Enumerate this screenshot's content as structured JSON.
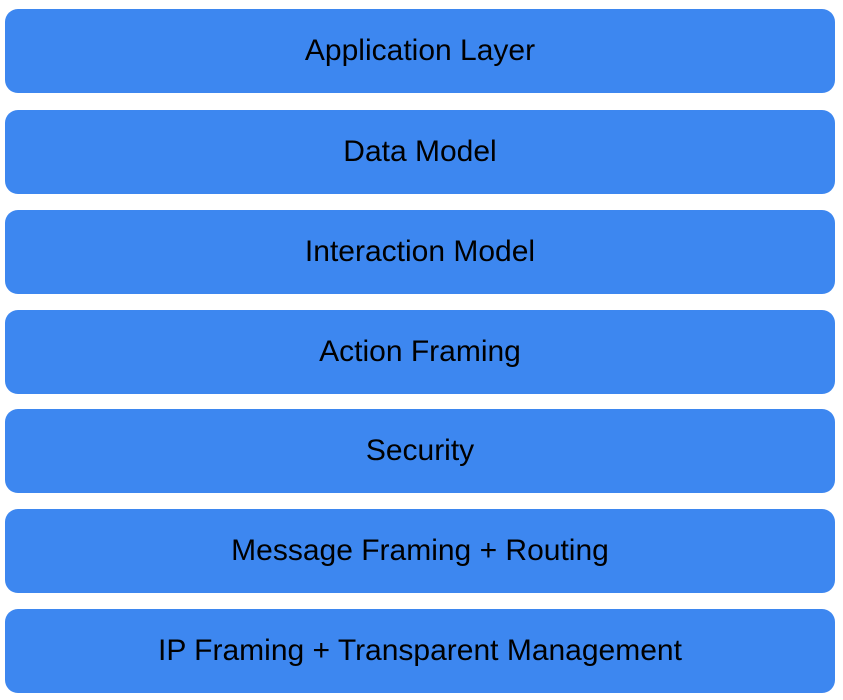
{
  "diagram": {
    "fill_color": "#3d87f0",
    "text_color": "#000000",
    "layers": [
      {
        "label": "Application Layer"
      },
      {
        "label": "Data Model"
      },
      {
        "label": "Interaction Model"
      },
      {
        "label": "Action Framing"
      },
      {
        "label": "Security"
      },
      {
        "label": "Message Framing + Routing"
      },
      {
        "label": "IP Framing + Transparent Management"
      }
    ]
  }
}
